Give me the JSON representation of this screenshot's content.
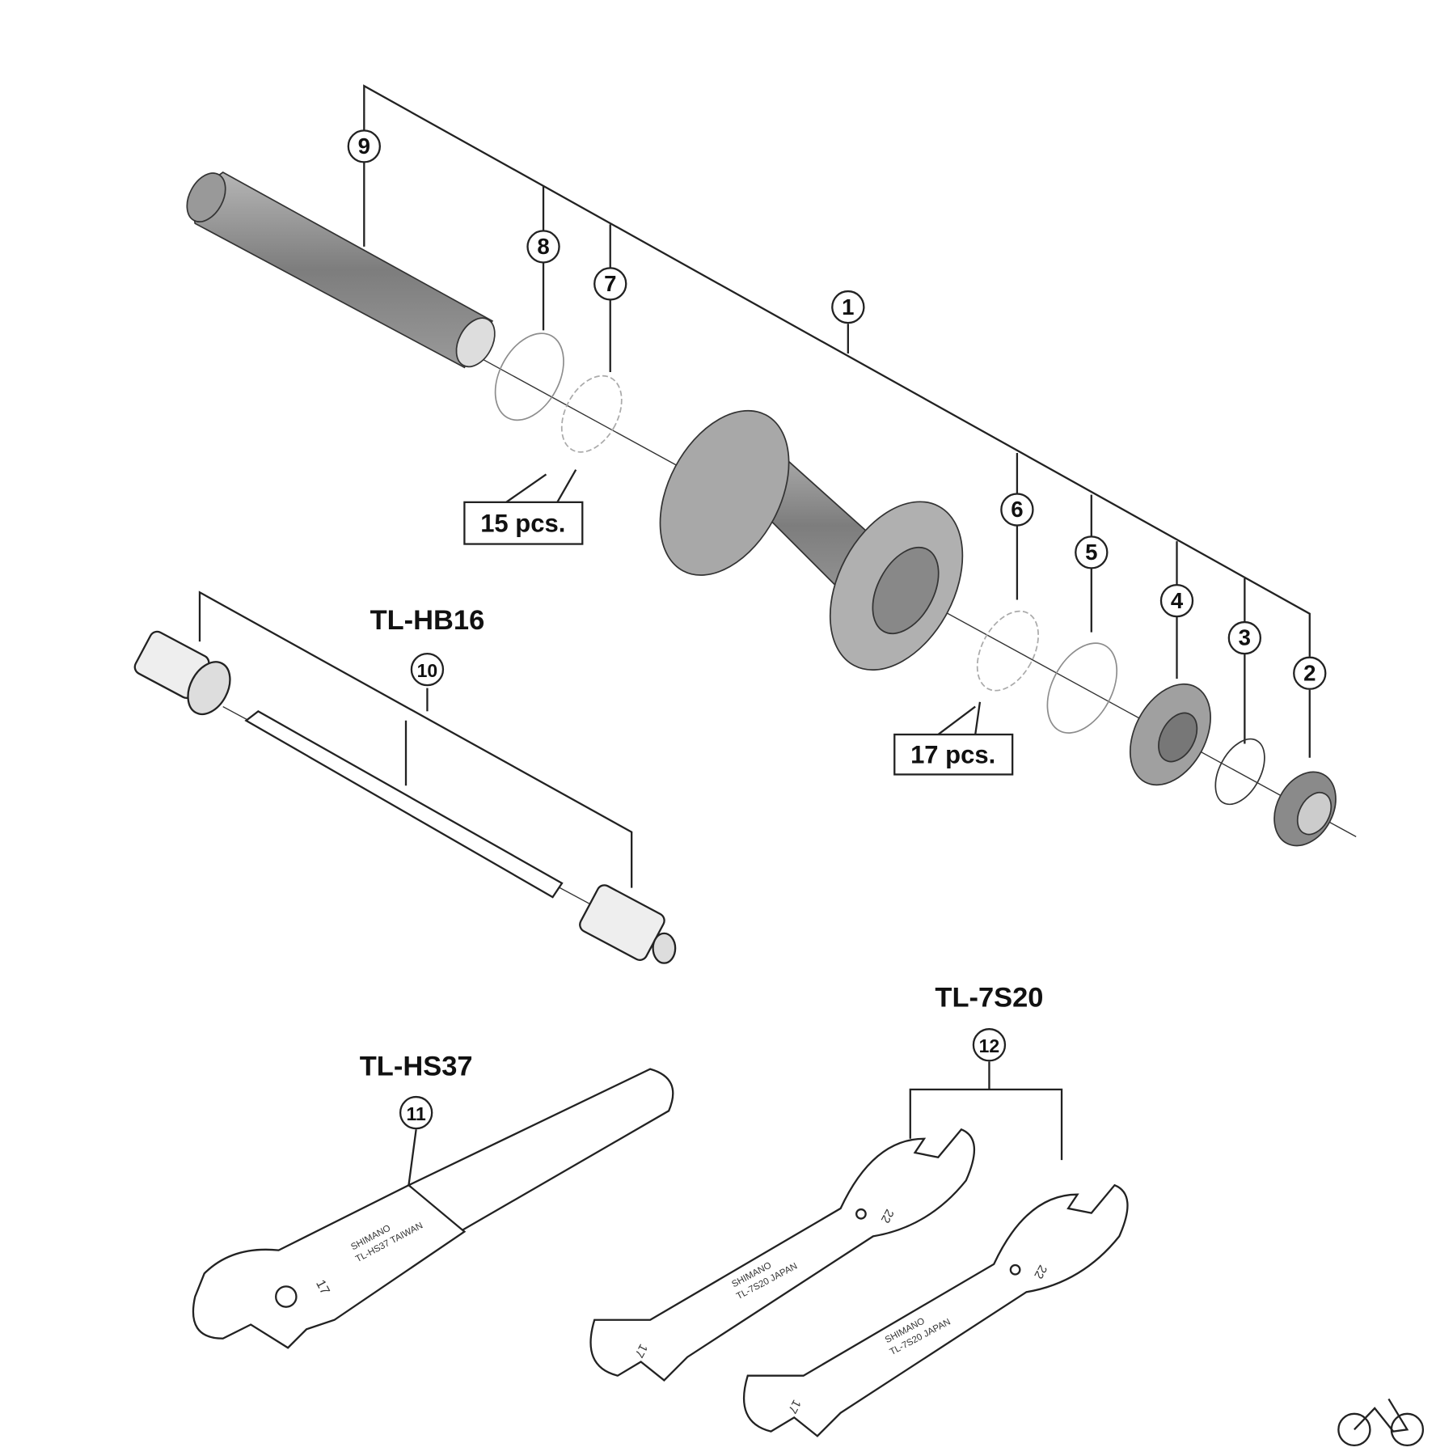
{
  "callouts": [
    "1",
    "2",
    "3",
    "4",
    "5",
    "6",
    "7",
    "8",
    "9",
    "10",
    "11",
    "12"
  ],
  "quantities": {
    "ball_left": "15 pcs.",
    "ball_right": "17 pcs."
  },
  "tools": {
    "hb16": "TL-HB16",
    "hs37": "TL-HS37",
    "s720": "TL-7S20"
  },
  "wrench_marks": {
    "brand": "SHIMANO",
    "hs37_model": "TL-HS37 TAIWAN",
    "s720_model": "TL-7S20 JAPAN",
    "size_small": "17",
    "size_large": "22"
  },
  "colors": {
    "part_gray": "#8a8a8a",
    "line": "#222222"
  }
}
